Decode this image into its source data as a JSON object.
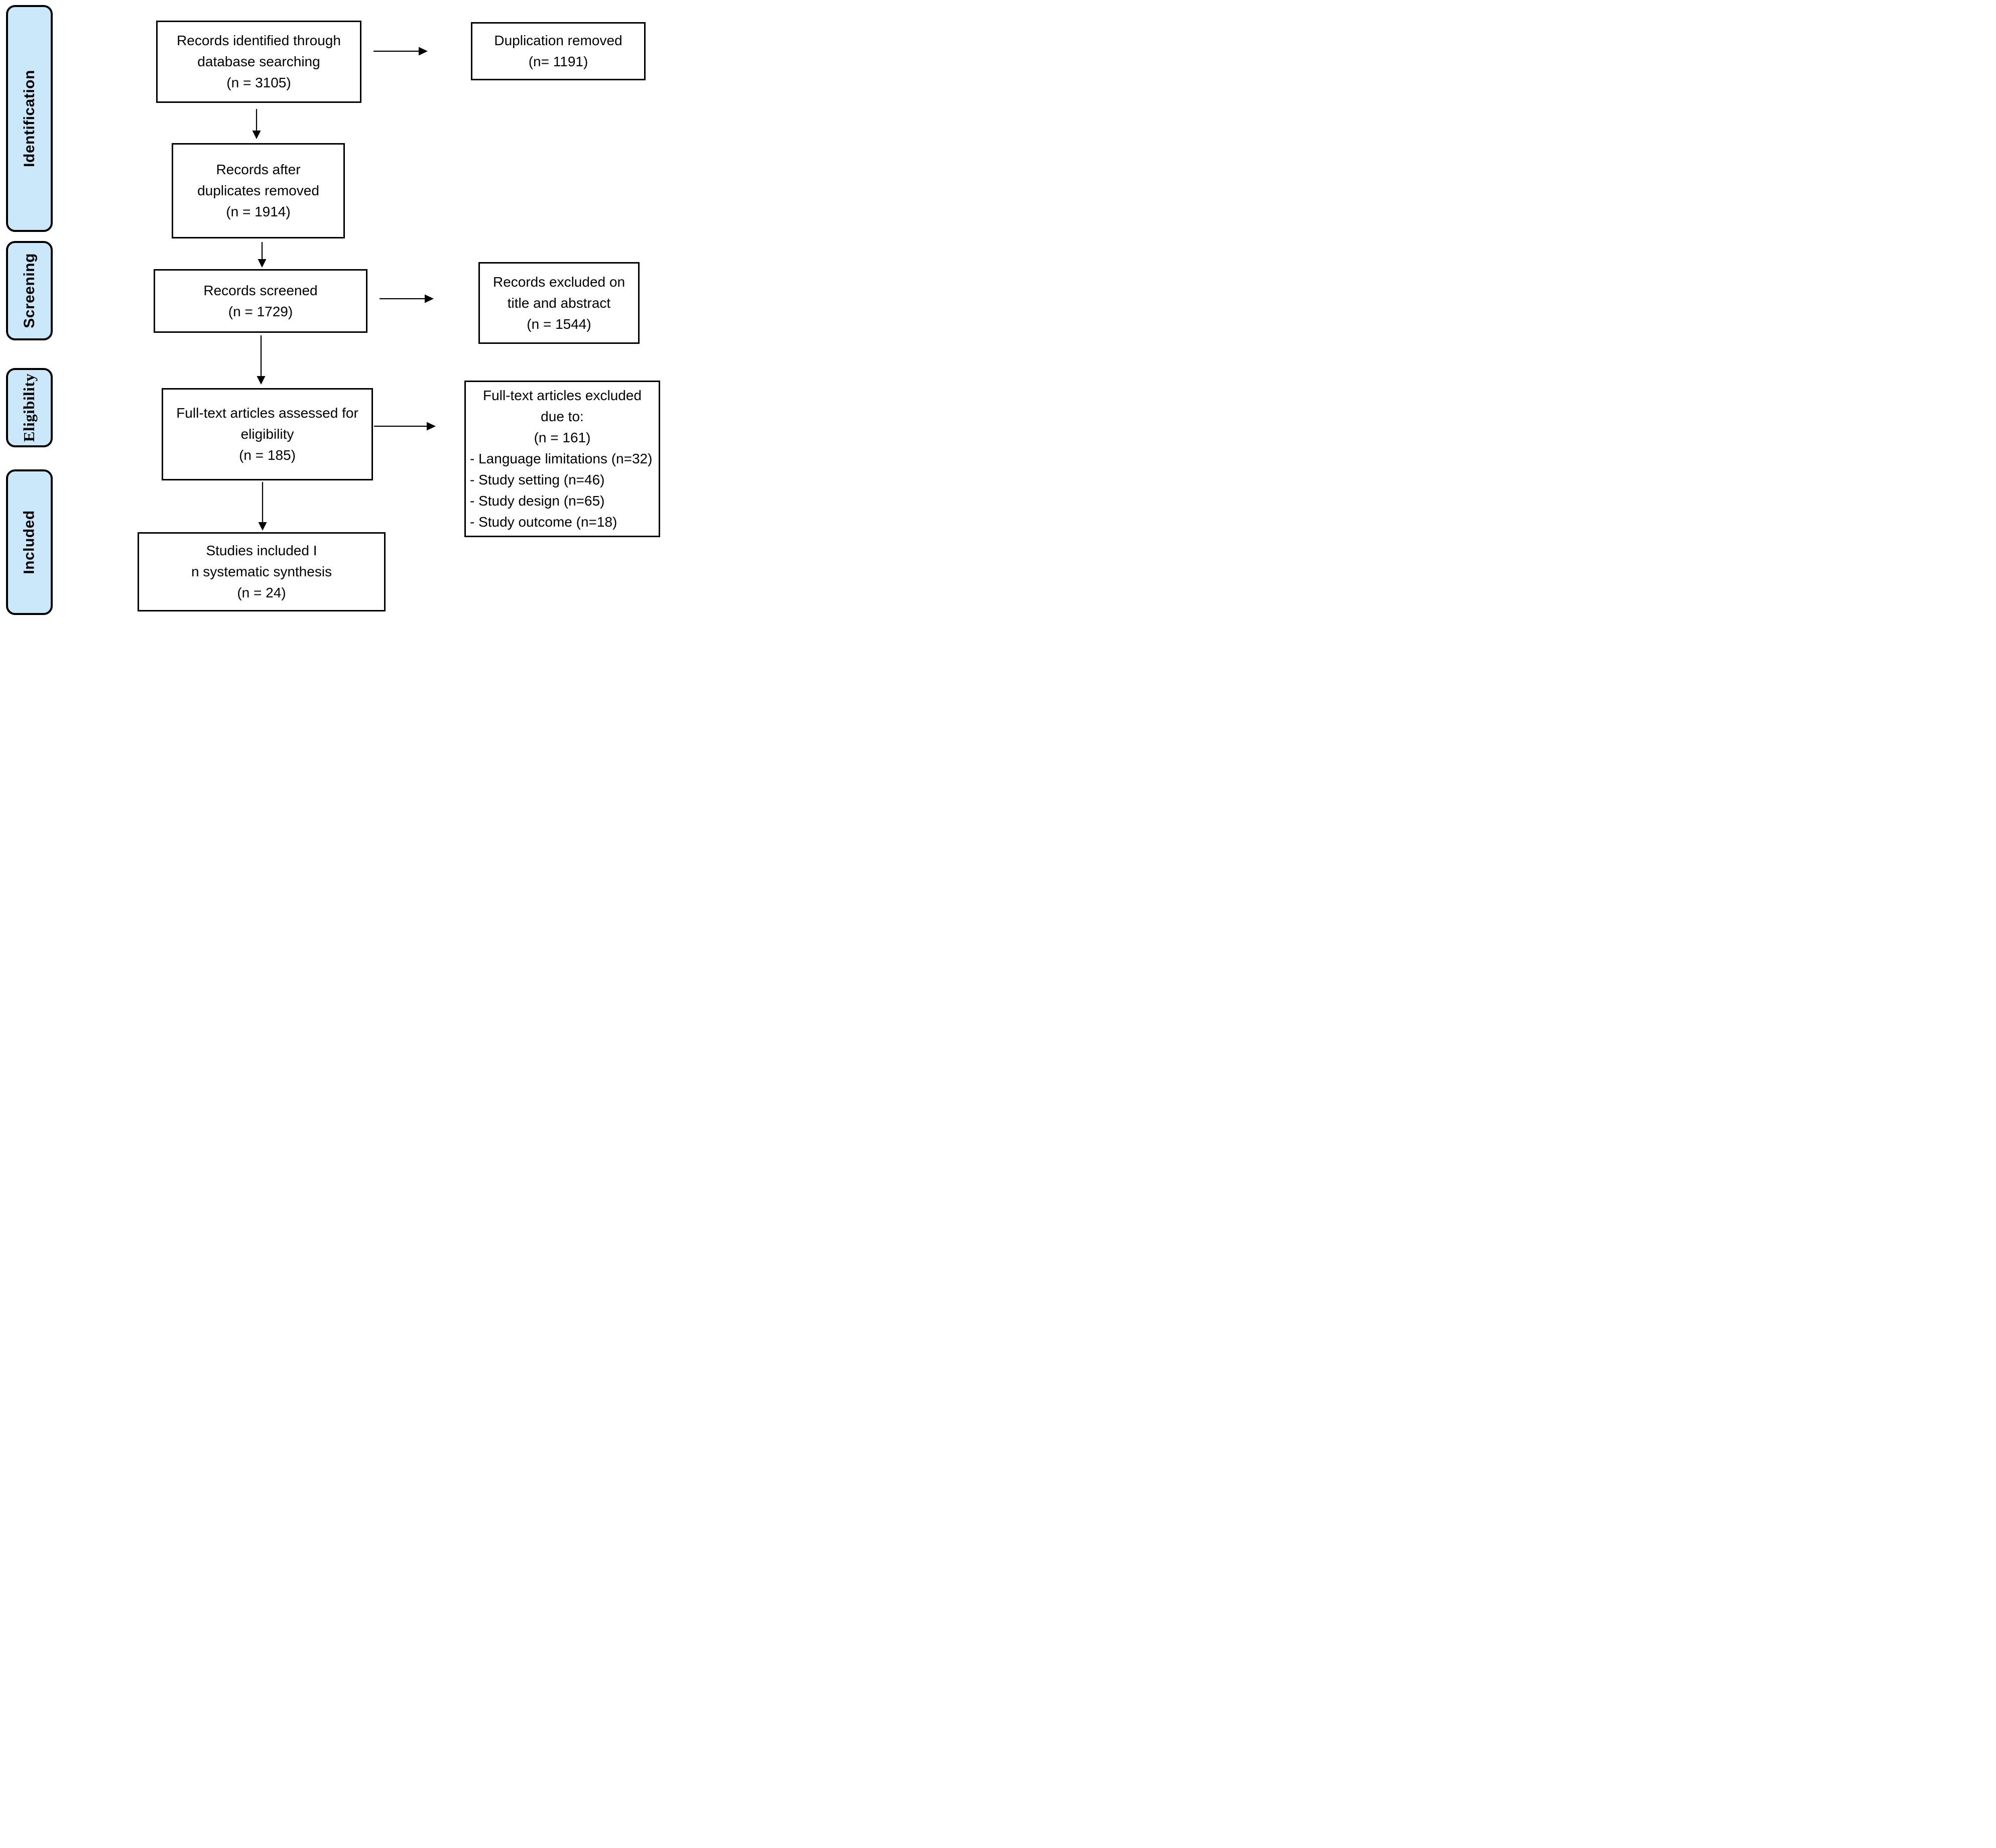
{
  "stages": [
    {
      "label": "Identification"
    },
    {
      "label": "Screening"
    },
    {
      "label": "Eligibility"
    },
    {
      "label": "Included"
    }
  ],
  "boxes": {
    "identified": {
      "lines": [
        "Records identified through",
        "database searching",
        "(n = 3105)"
      ]
    },
    "duplication_removed": {
      "lines": [
        "Duplication removed",
        "(n= 1191)"
      ]
    },
    "after_duplicates": {
      "lines": [
        "Records after",
        "duplicates removed",
        "(n = 1914)"
      ]
    },
    "screened": {
      "lines": [
        "Records screened",
        "(n = 1729)"
      ]
    },
    "excluded_title_abstract": {
      "lines": [
        "Records excluded on",
        "title and abstract",
        "(n = 1544)"
      ]
    },
    "fulltext_assessed": {
      "lines": [
        "Full-text articles assessed for",
        "eligibility",
        "(n = 185)"
      ]
    },
    "fulltext_excluded": {
      "lines": [
        "Full-text articles excluded",
        "due to:",
        "(n = 161)"
      ],
      "reasons": [
        "- Language limitations (n=32)",
        "- Study setting (n=46)",
        "- Study design (n=65)",
        "- Study outcome (n=18)"
      ]
    },
    "included_synthesis": {
      "lines": [
        "Studies included I",
        "n systematic synthesis",
        "(n = 24)"
      ]
    }
  },
  "arrows": [
    {
      "from": "records-identified",
      "to": "duplication-removed"
    },
    {
      "from": "records-identified",
      "to": "records-after-duplicates"
    },
    {
      "from": "records-after-duplicates",
      "to": "records-screened"
    },
    {
      "from": "records-screened",
      "to": "records-excluded-title-abstract"
    },
    {
      "from": "records-screened",
      "to": "fulltext-assessed"
    },
    {
      "from": "fulltext-assessed",
      "to": "fulltext-excluded"
    },
    {
      "from": "fulltext-assessed",
      "to": "studies-included"
    }
  ],
  "colors": {
    "stage_fill": "#cbe7fa",
    "box_fill": "#ffffff",
    "border": "#000000",
    "text": "#000000"
  }
}
